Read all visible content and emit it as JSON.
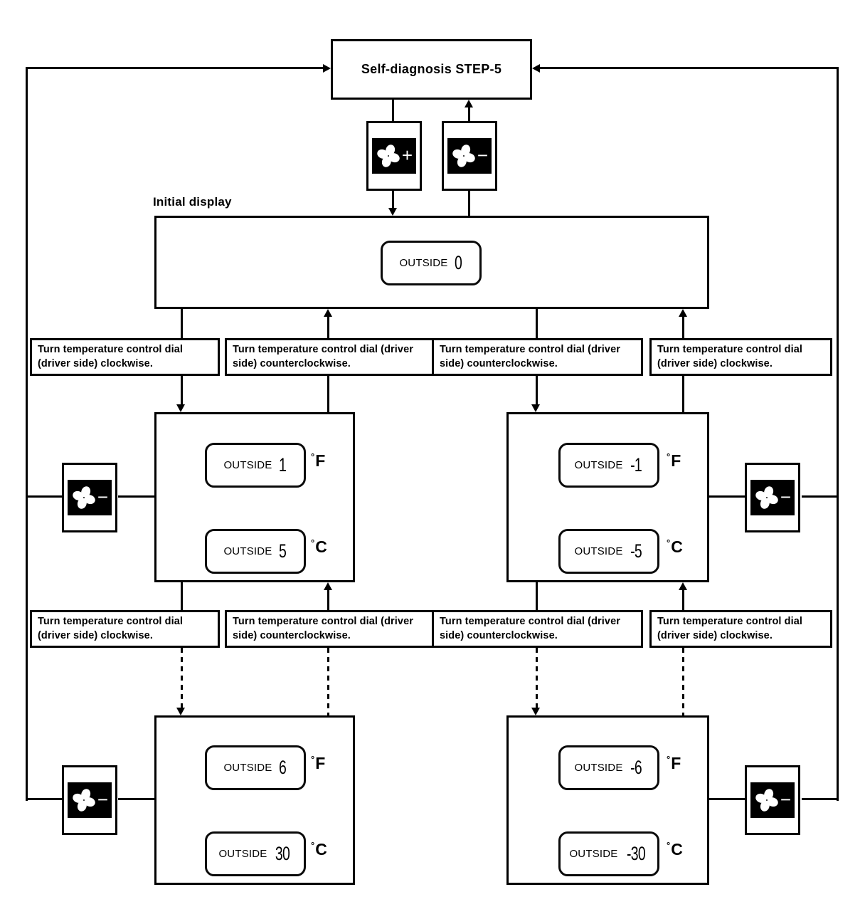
{
  "colors": {
    "line": "#000000",
    "background": "#ffffff"
  },
  "title_box": {
    "label": "Self-diagnosis STEP-5"
  },
  "fan_buttons": [
    {
      "id": "top-plus",
      "sign": "+"
    },
    {
      "id": "top-minus",
      "sign": "−"
    },
    {
      "id": "middle-left-minus",
      "sign": "−"
    },
    {
      "id": "middle-right-minus",
      "sign": "−"
    },
    {
      "id": "bottom-left-minus",
      "sign": "−"
    },
    {
      "id": "bottom-right-minus",
      "sign": "−"
    }
  ],
  "instructions": {
    "row1": [
      {
        "text": "Turn temperature control dial (driver side) clockwise."
      },
      {
        "text": "Turn temperature control dial (driver side) counterclockwise."
      },
      {
        "text": "Turn temperature control dial (driver side) counterclockwise."
      },
      {
        "text": "Turn temperature control dial (driver side) clockwise."
      }
    ],
    "row2": [
      {
        "text": "Turn temperature control dial (driver side) clockwise."
      },
      {
        "text": "Turn temperature control dial (driver side) counterclockwise."
      },
      {
        "text": "Turn temperature control dial (driver side) counterclockwise."
      },
      {
        "text": "Turn temperature control dial (driver side) clockwise."
      }
    ]
  },
  "panels": {
    "initial": {
      "caption": "Initial display",
      "chips": [
        {
          "label": "OUTSIDE",
          "value": "0"
        }
      ]
    },
    "middle_left": {
      "chips": [
        {
          "label": "OUTSIDE",
          "value": "1",
          "deg": "°",
          "unit": "F"
        },
        {
          "label": "OUTSIDE",
          "value": "5",
          "deg": "°",
          "unit": "C"
        }
      ]
    },
    "middle_right": {
      "chips": [
        {
          "label": "OUTSIDE",
          "value": "-1",
          "deg": "°",
          "unit": "F"
        },
        {
          "label": "OUTSIDE",
          "value": "-5",
          "deg": "°",
          "unit": "C"
        }
      ]
    },
    "bottom_left": {
      "chips": [
        {
          "label": "OUTSIDE",
          "value": "6",
          "deg": "°",
          "unit": "F"
        },
        {
          "label": "OUTSIDE",
          "value": "30",
          "deg": "°",
          "unit": "C"
        }
      ]
    },
    "bottom_right": {
      "chips": [
        {
          "label": "OUTSIDE",
          "value": "-6",
          "deg": "°",
          "unit": "F"
        },
        {
          "label": "OUTSIDE",
          "value": "-30",
          "deg": "°",
          "unit": "C"
        }
      ]
    }
  }
}
